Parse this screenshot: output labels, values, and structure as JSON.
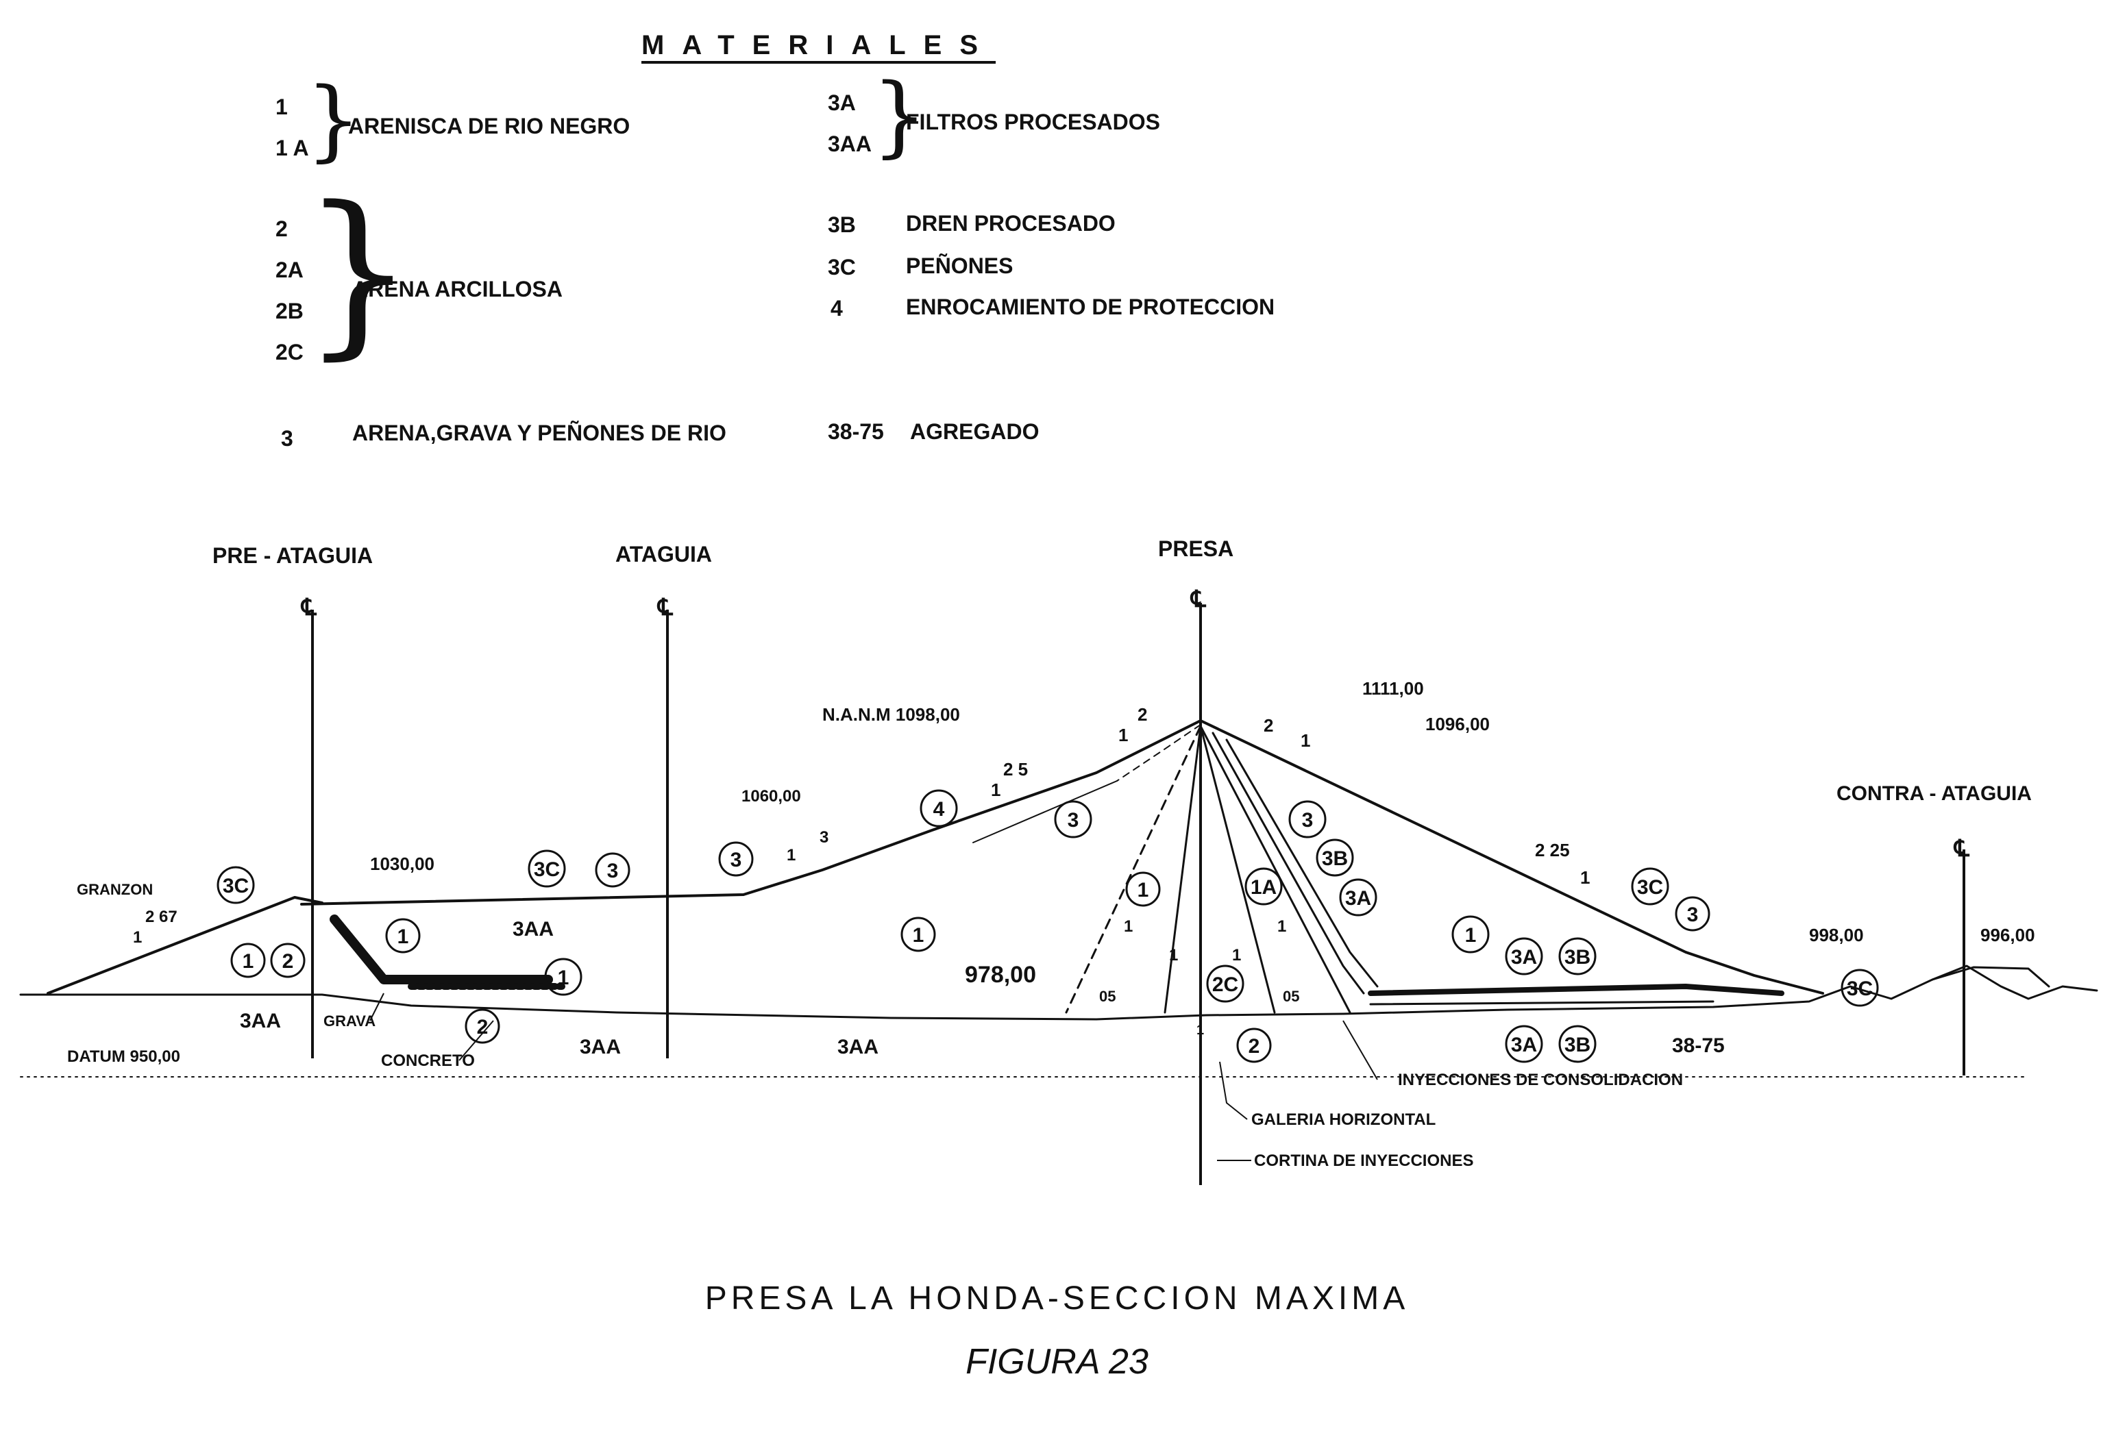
{
  "legend": {
    "title": "MATERIALES",
    "left": [
      {
        "codes": [
          "1",
          "1 A"
        ],
        "label": "ARENISCA DE RIO NEGRO"
      },
      {
        "codes": [
          "2",
          "2A",
          "2B",
          "2C"
        ],
        "label": "ARENA ARCILLOSA"
      },
      {
        "codes": [
          "3"
        ],
        "label": "ARENA,GRAVA Y PEÑONES DE RIO"
      }
    ],
    "right": [
      {
        "codes": [
          "3A",
          "3AA"
        ],
        "label": "FILTROS PROCESADOS"
      },
      {
        "codes": [
          "3B"
        ],
        "label": "DREN PROCESADO"
      },
      {
        "codes": [
          "3C"
        ],
        "label": "PEÑONES"
      },
      {
        "codes": [
          "4"
        ],
        "label": "ENROCAMIENTO DE PROTECCION"
      },
      {
        "codes": [
          "38-75"
        ],
        "label": "AGREGADO"
      }
    ]
  },
  "structures": {
    "pre_ataguia": "PRE - ATAGUIA",
    "ataguia": "ATAGUIA",
    "presa": "PRESA",
    "contra_ataguia": "CONTRA - ATAGUIA",
    "centerline_symbol": "℄"
  },
  "elevations": {
    "nanm": "N.A.N.M 1098,00",
    "crest": "1111,00",
    "e1096": "1096,00",
    "e1060": "1060,00",
    "e1030": "1030,00",
    "e978": "978,00",
    "datum": "DATUM 950,00",
    "e998": "998,00",
    "e996": "996,00"
  },
  "slopes": {
    "s2_up": "2",
    "s1_up": "1",
    "s25": "2 5",
    "s25_1": "1",
    "s3": "3",
    "s3_1": "1",
    "s2_dn": "2",
    "s1_dn": "1",
    "s225": "2 25",
    "s225_1": "1",
    "s267": "2 67",
    "s267_1": "1",
    "s05a": "05",
    "s05b": "05",
    "s1a": "1",
    "s1b": "1",
    "s1c": "1",
    "s1d": "1"
  },
  "zones": {
    "z1_main": "1",
    "z1_pre": "1",
    "z2_pre": "2",
    "z1_ata": "1",
    "z1_core": "1",
    "z1A": "1A",
    "z2C": "2C",
    "z4": "4",
    "z3_a": "3",
    "z3_b": "3",
    "z3_c": "3",
    "z3_d": "3",
    "z3_e": "3",
    "z3B_a": "3B",
    "z3A_a": "3A",
    "z1_down": "1",
    "z3A_b": "3A",
    "z3B_b": "3B",
    "z3C_a": "3C",
    "z3C_b": "3C",
    "z3C_c": "3C",
    "z3C_d": "3C",
    "z3AA_a": "3AA",
    "z3AA_b": "3AA",
    "z3AA_c": "3AA",
    "z3AA_d": "3AA",
    "z2_grav": "2",
    "z1_grav": "1",
    "z2_base": "2",
    "z3A_c": "3A",
    "z3B_c": "3B",
    "z3875": "38-75",
    "z1_base": "1"
  },
  "annotations": {
    "granzon": "GRANZON",
    "grava": "GRAVA",
    "concreto": "CONCRETO",
    "inyecciones_consolidacion": "INYECCIONES DE CONSOLIDACION",
    "galeria_horizontal": "GALERIA HORIZONTAL",
    "cortina_inyecciones": "CORTINA DE INYECCIONES"
  },
  "caption": {
    "title": "PRESA LA HONDA-SECCION MAXIMA",
    "figure": "FIGURA 23"
  }
}
